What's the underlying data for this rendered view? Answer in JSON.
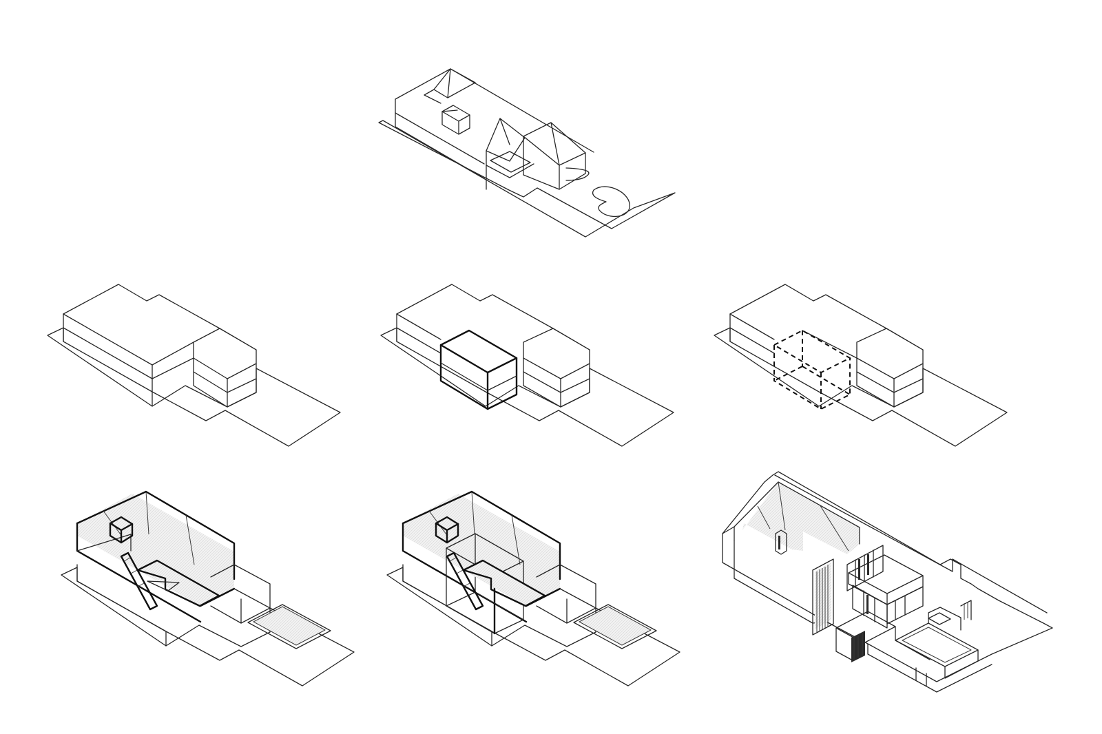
{
  "diagram": {
    "kind": "isometric massing sequence",
    "rows": 3,
    "panels": [
      {
        "id": "existing-house",
        "row": 1
      },
      {
        "id": "simple-massing",
        "row": 2
      },
      {
        "id": "inserted-volume",
        "row": 2
      },
      {
        "id": "removed-volume",
        "row": 2
      },
      {
        "id": "roof-and-courtyard",
        "row": 3
      },
      {
        "id": "roof-courtyard-volume",
        "row": 3
      },
      {
        "id": "final-section",
        "row": 3
      }
    ],
    "colors": {
      "line": "#262626",
      "background": "#ffffff",
      "shade": "#efefef",
      "dark": "#2a2a2a"
    }
  }
}
